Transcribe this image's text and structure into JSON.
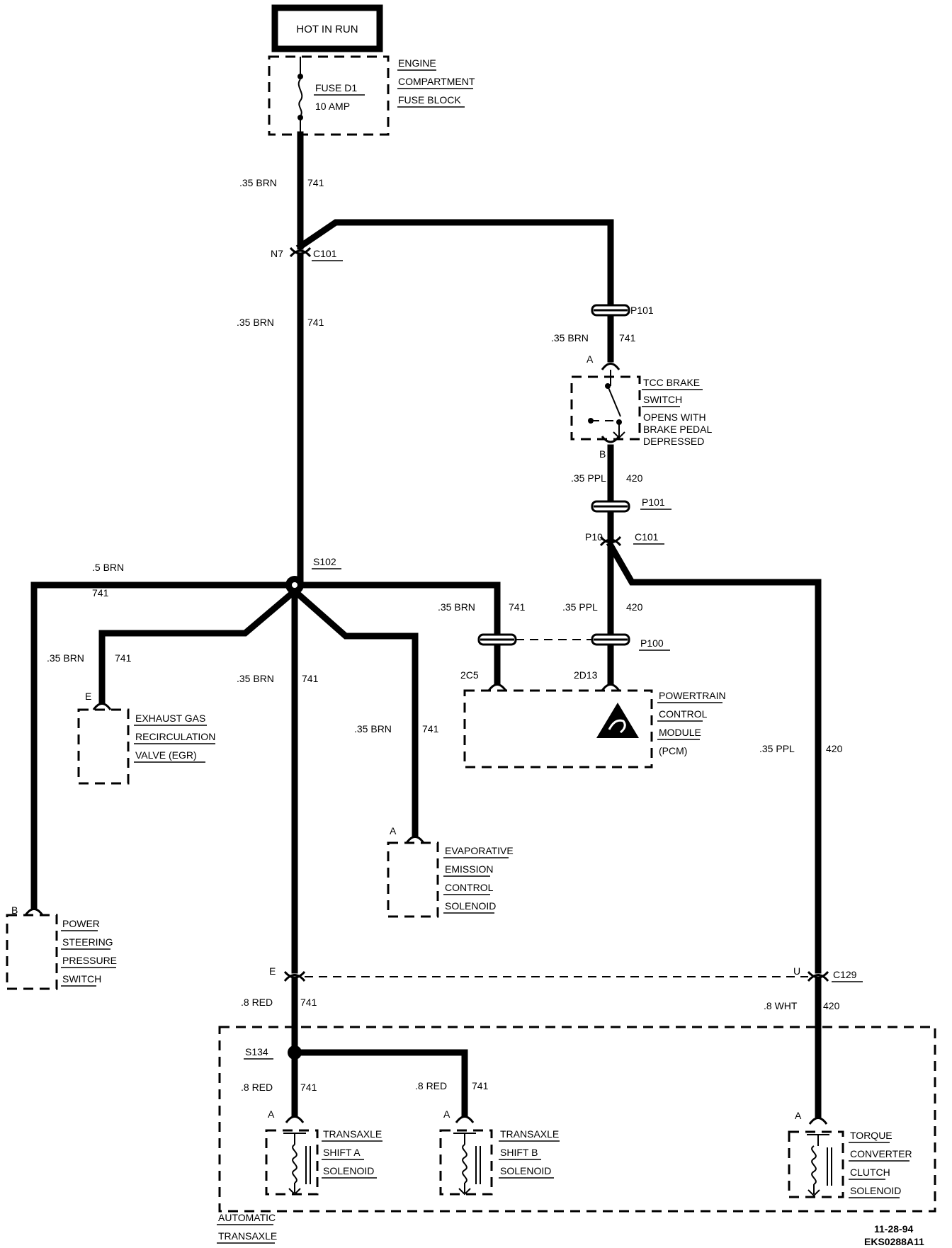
{
  "power": {
    "hot_label": "HOT IN RUN"
  },
  "fuse": {
    "name": "FUSE D1",
    "rating": "10 AMP",
    "block": [
      "ENGINE",
      "COMPARTMENT",
      "FUSE BLOCK"
    ]
  },
  "wires": {
    "w1": {
      "gauge": ".35 BRN",
      "circuit": "741"
    },
    "w2": {
      "gauge": ".35 BRN",
      "circuit": "741"
    },
    "w3": {
      "gauge": ".35 BRN",
      "circuit": "741"
    },
    "w4": {
      "gauge": ".35 PPL",
      "circuit": "420"
    },
    "w5": {
      "gauge": ".35 PPL",
      "circuit": "420"
    },
    "w6": {
      "gauge": ".5 BRN",
      "circuit": "741"
    },
    "w7": {
      "gauge": ".35 BRN",
      "circuit": "741"
    },
    "w8": {
      "gauge": ".35 BRN",
      "circuit": "741"
    },
    "w9": {
      "gauge": ".35 BRN",
      "circuit": "741"
    },
    "w10": {
      "gauge": ".35 BRN",
      "circuit": "741"
    },
    "w11": {
      "gauge": ".35 PPL",
      "circuit": "420"
    },
    "w12": {
      "gauge": ".8 RED",
      "circuit": "741"
    },
    "w13": {
      "gauge": ".8 WHT",
      "circuit": "420"
    },
    "w14": {
      "gauge": ".8 RED",
      "circuit": "741"
    },
    "w15": {
      "gauge": ".8 RED",
      "circuit": "741"
    }
  },
  "connectors": {
    "n7": "N7",
    "c101a": "C101",
    "p101a": "P101",
    "tcc_a": "A",
    "tcc_b": "B",
    "p101b": "P101",
    "p10": "P10",
    "c101b": "C101",
    "p100": "P100",
    "pin_2c5": "2C5",
    "pin_2d13": "2D13",
    "egr_pin": "E",
    "evap_pin": "A",
    "ps_pin": "B",
    "c129_e": "E",
    "c129_u": "U",
    "c129": "C129",
    "sol_a_pin": "A",
    "sol_b_pin": "A",
    "tcc_sol_pin": "A"
  },
  "splices": {
    "s102": "S102",
    "s134": "S134"
  },
  "components": {
    "tcc_switch": [
      "TCC BRAKE",
      "SWITCH",
      "OPENS WITH",
      "BRAKE PEDAL",
      "DEPRESSED"
    ],
    "pcm": [
      "POWERTRAIN",
      "CONTROL",
      "MODULE",
      "(PCM)"
    ],
    "egr": [
      "EXHAUST GAS",
      "RECIRCULATION",
      "VALVE (EGR)"
    ],
    "evap": [
      "EVAPORATIVE",
      "EMISSION",
      "CONTROL",
      "SOLENOID"
    ],
    "ps_switch": [
      "POWER",
      "STEERING",
      "PRESSURE",
      "SWITCH"
    ],
    "shift_a": [
      "TRANSAXLE",
      "SHIFT A",
      "SOLENOID"
    ],
    "shift_b": [
      "TRANSAXLE",
      "SHIFT B",
      "SOLENOID"
    ],
    "tcc_sol": [
      "TORQUE",
      "CONVERTER",
      "CLUTCH",
      "SOLENOID"
    ],
    "transaxle": [
      "AUTOMATIC",
      "TRANSAXLE"
    ]
  },
  "footer": {
    "date": "11-28-94",
    "code": "EKS0288A11"
  }
}
